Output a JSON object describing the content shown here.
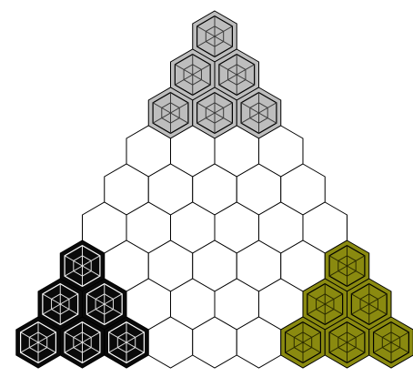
{
  "board": {
    "rows": [
      [
        "gray"
      ],
      [
        "gray",
        "gray"
      ],
      [
        "gray",
        "gray",
        "gray"
      ],
      [
        "empty",
        "empty",
        "empty",
        "empty"
      ],
      [
        "empty",
        "empty",
        "empty",
        "empty",
        "empty"
      ],
      [
        "empty",
        "empty",
        "empty",
        "empty",
        "empty",
        "empty"
      ],
      [
        "black",
        "empty",
        "empty",
        "empty",
        "empty",
        "empty",
        "olive"
      ],
      [
        "black",
        "black",
        "empty",
        "empty",
        "empty",
        "empty",
        "olive",
        "olive"
      ],
      [
        "black",
        "black",
        "black",
        "empty",
        "empty",
        "empty",
        "olive",
        "olive",
        "olive"
      ]
    ]
  },
  "pieces": {
    "gray": {
      "fill": "#bdbdbd",
      "line": "#3a3a3a",
      "inner": "#000000"
    },
    "black": {
      "fill": "#0a0a0a",
      "line": "#e0e0e0",
      "inner": "#ffffff"
    },
    "olive": {
      "fill": "#8a8a10",
      "line": "#2a2a00",
      "inner": "#000000"
    }
  }
}
